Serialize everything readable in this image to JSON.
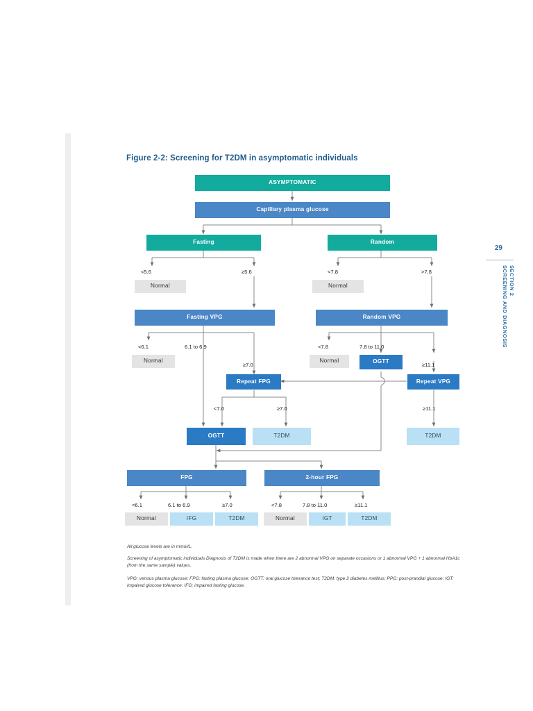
{
  "page": {
    "number": "29",
    "section_line1": "SECTION 2",
    "section_line2": "SCREENING AND DIAGNOSIS"
  },
  "figure": {
    "title": "Figure 2-2: Screening for T2DM in asymptomatic individuals"
  },
  "colors": {
    "teal": "#12ab9e",
    "blue": "#4b86c6",
    "blue_dark": "#2a7ac4",
    "light_blue": "#b9e0f4",
    "gray": "#e4e4e4",
    "title_blue": "#1f5c8b",
    "connector": "#8a8a8a"
  },
  "chart_data": {
    "type": "flowchart",
    "title": "Figure 2-2: Screening for T2DM in asymptomatic individuals",
    "units": "mmol/L",
    "nodes": [
      {
        "id": "asymptomatic",
        "label": "ASYMPTOMATIC",
        "style": "teal"
      },
      {
        "id": "capillary",
        "label": "Capillary plasma glucose",
        "style": "blue"
      },
      {
        "id": "fasting",
        "label": "Fasting",
        "style": "teal"
      },
      {
        "id": "random",
        "label": "Random",
        "style": "teal"
      },
      {
        "id": "normal_f1",
        "label": "Normal",
        "style": "gray"
      },
      {
        "id": "normal_r1",
        "label": "Normal",
        "style": "gray"
      },
      {
        "id": "fasting_vpg",
        "label": "Fasting VPG",
        "style": "blue"
      },
      {
        "id": "random_vpg",
        "label": "Random VPG",
        "style": "blue"
      },
      {
        "id": "normal_f2",
        "label": "Normal",
        "style": "gray"
      },
      {
        "id": "normal_r2",
        "label": "Normal",
        "style": "gray"
      },
      {
        "id": "ogtt_mid",
        "label": "OGTT",
        "style": "blue-dark"
      },
      {
        "id": "repeat_fpg",
        "label": "Repeat FPG",
        "style": "blue-dark"
      },
      {
        "id": "repeat_vpg",
        "label": "Repeat VPG",
        "style": "blue-dark"
      },
      {
        "id": "ogtt_main",
        "label": "OGTT",
        "style": "blue-dark"
      },
      {
        "id": "t2dm_fpg",
        "label": "T2DM",
        "style": "lightblue"
      },
      {
        "id": "t2dm_vpg",
        "label": "T2DM",
        "style": "lightblue"
      },
      {
        "id": "fpg",
        "label": "FPG",
        "style": "blue"
      },
      {
        "id": "two_hour_fpg",
        "label": "2-hour FPG",
        "style": "blue"
      },
      {
        "id": "fpg_normal",
        "label": "Normal",
        "style": "gray"
      },
      {
        "id": "fpg_ifg",
        "label": "IFG",
        "style": "lightblue"
      },
      {
        "id": "fpg_t2dm",
        "label": "T2DM",
        "style": "lightblue"
      },
      {
        "id": "ph_normal",
        "label": "Normal",
        "style": "gray"
      },
      {
        "id": "ph_igt",
        "label": "IGT",
        "style": "lightblue"
      },
      {
        "id": "ph_t2dm",
        "label": "T2DM",
        "style": "lightblue"
      }
    ],
    "edge_labels": [
      {
        "from": "fasting",
        "to": "normal_f1",
        "label": "<5.6"
      },
      {
        "from": "fasting",
        "to": "fasting_vpg",
        "label": "≥5.6"
      },
      {
        "from": "random",
        "to": "normal_r1",
        "label": "<7.8"
      },
      {
        "from": "random",
        "to": "random_vpg",
        "label": ">7.8"
      },
      {
        "from": "fasting_vpg",
        "to": "normal_f2",
        "label": "<6.1"
      },
      {
        "from": "fasting_vpg",
        "to": "ogtt_main",
        "label": "6.1 to 6.9"
      },
      {
        "from": "fasting_vpg",
        "to": "repeat_fpg",
        "label": "≥7.0"
      },
      {
        "from": "random_vpg",
        "to": "normal_r2",
        "label": "<7.8"
      },
      {
        "from": "random_vpg",
        "to": "ogtt_mid",
        "label": "7.8 to 11.0"
      },
      {
        "from": "random_vpg",
        "to": "repeat_vpg",
        "label": "≥11.1"
      },
      {
        "from": "repeat_fpg",
        "to": "ogtt_main",
        "label": "<7.0"
      },
      {
        "from": "repeat_fpg",
        "to": "t2dm_fpg",
        "label": "≥7.0"
      },
      {
        "from": "repeat_vpg",
        "to": "t2dm_vpg",
        "label": "≥11.1"
      },
      {
        "from": "fpg",
        "to": "fpg_normal",
        "label": "<6.1"
      },
      {
        "from": "fpg",
        "to": "fpg_ifg",
        "label": "6.1 to 6.9"
      },
      {
        "from": "fpg",
        "to": "fpg_t2dm",
        "label": "≥7.0"
      },
      {
        "from": "two_hour_fpg",
        "to": "ph_normal",
        "label": "<7.8"
      },
      {
        "from": "two_hour_fpg",
        "to": "ph_igt",
        "label": "7.8 to 11.0"
      },
      {
        "from": "two_hour_fpg",
        "to": "ph_t2dm",
        "label": "≥11.1"
      }
    ]
  },
  "labels": {
    "l_fasting_lt": "<5.6",
    "l_fasting_ge": "≥5.6",
    "l_random_lt": "<7.8",
    "l_random_gt": ">7.8",
    "l_fvpg_lt": "<6.1",
    "l_fvpg_mid": "6.1 to 6.9",
    "l_fvpg_ge": "≥7.0",
    "l_rvpg_lt": "<7.8",
    "l_rvpg_mid": "7.8 to 11.0",
    "l_rvpg_ge": "≥11.1",
    "l_rfpg_lt": "<7.0",
    "l_rfpg_ge": "≥7.0",
    "l_rvpg2_ge": "≥11.1",
    "l_fpg_lt": "<6.1",
    "l_fpg_mid": "6.1 to 6.9",
    "l_fpg_ge": "≥7.0",
    "l_2h_lt": "<7.8",
    "l_2h_mid": "7.8 to 11.0",
    "l_2h_ge": "≥11.1"
  },
  "nodes": {
    "asymptomatic": "ASYMPTOMATIC",
    "capillary": "Capillary plasma glucose",
    "fasting": "Fasting",
    "random": "Random",
    "normal_f1": "Normal",
    "normal_r1": "Normal",
    "fasting_vpg": "Fasting VPG",
    "random_vpg": "Random VPG",
    "normal_f2": "Normal",
    "normal_r2": "Normal",
    "ogtt_mid": "OGTT",
    "repeat_fpg": "Repeat FPG",
    "repeat_vpg": "Repeat VPG",
    "ogtt_main": "OGTT",
    "t2dm_fpg": "T2DM",
    "t2dm_vpg": "T2DM",
    "fpg": "FPG",
    "two_hour_fpg": "2-hour FPG",
    "fpg_normal": "Normal",
    "fpg_ifg": "IFG",
    "fpg_t2dm": "T2DM",
    "ph_normal": "Normal",
    "ph_igt": "IGT",
    "ph_t2dm": "T2DM"
  },
  "footnotes": {
    "line1": "All glucose levels are in mmol/L.",
    "line2": "Screening of asymptomatic individuals   Diagnosis of T2DM is made when there are 2 abnormal VPG on separate occasions or 1 abnormal VPG + 1 abnormal HbA1c (from the same sample) values.",
    "line3": "VPG: venous plasma glucose; FPG: fasting plasma glucose; OGTT: oral glucose tolerance test; T2DM: type 2 diabetes mellitus; PPG: post-prandial glucose; IGT: impaired glucose tolerance; IFG: impaired fasting glucose."
  }
}
